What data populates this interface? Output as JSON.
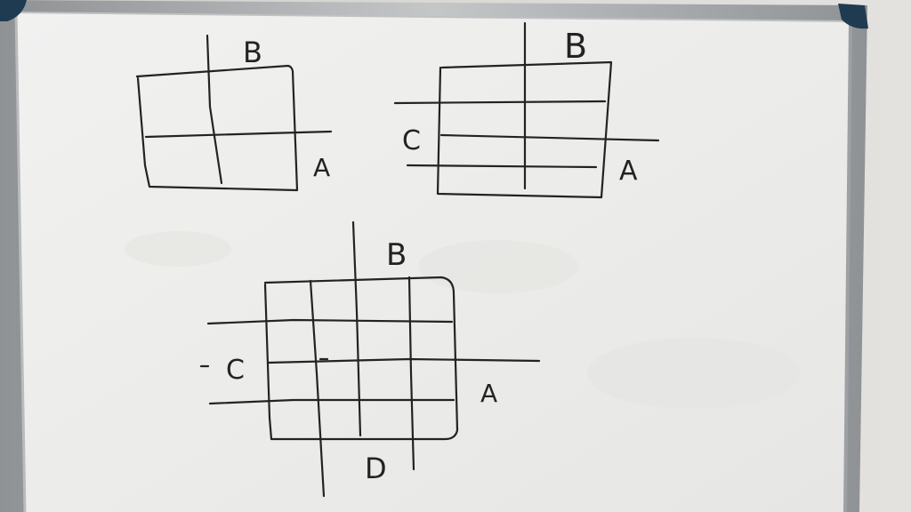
{
  "whiteboard": {
    "marker_color": "#232323",
    "surface_color": "#f2f2f0",
    "frame_color": "#a9abad",
    "corner_color": "#1f3b52"
  },
  "diagrams": [
    {
      "id": "top-left",
      "labels": {
        "top": "B",
        "right": "A"
      }
    },
    {
      "id": "top-right",
      "labels": {
        "top": "B",
        "right": "A",
        "left": "C"
      }
    },
    {
      "id": "bottom",
      "labels": {
        "top": "B",
        "right": "A",
        "left": "C",
        "bottom": "D"
      }
    }
  ]
}
